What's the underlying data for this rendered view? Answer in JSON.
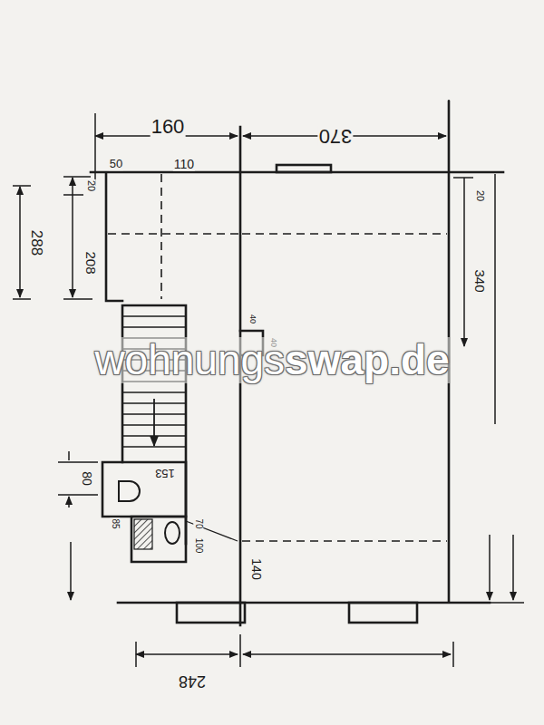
{
  "diagram": {
    "labels": [
      "160",
      "370",
      "50",
      "110",
      "20",
      "208",
      "288",
      "20",
      "340",
      "40",
      "40",
      "80",
      "153",
      "85",
      "70",
      "100",
      "140",
      "248",
      "wohnungs",
      "swap.de"
    ]
  }
}
